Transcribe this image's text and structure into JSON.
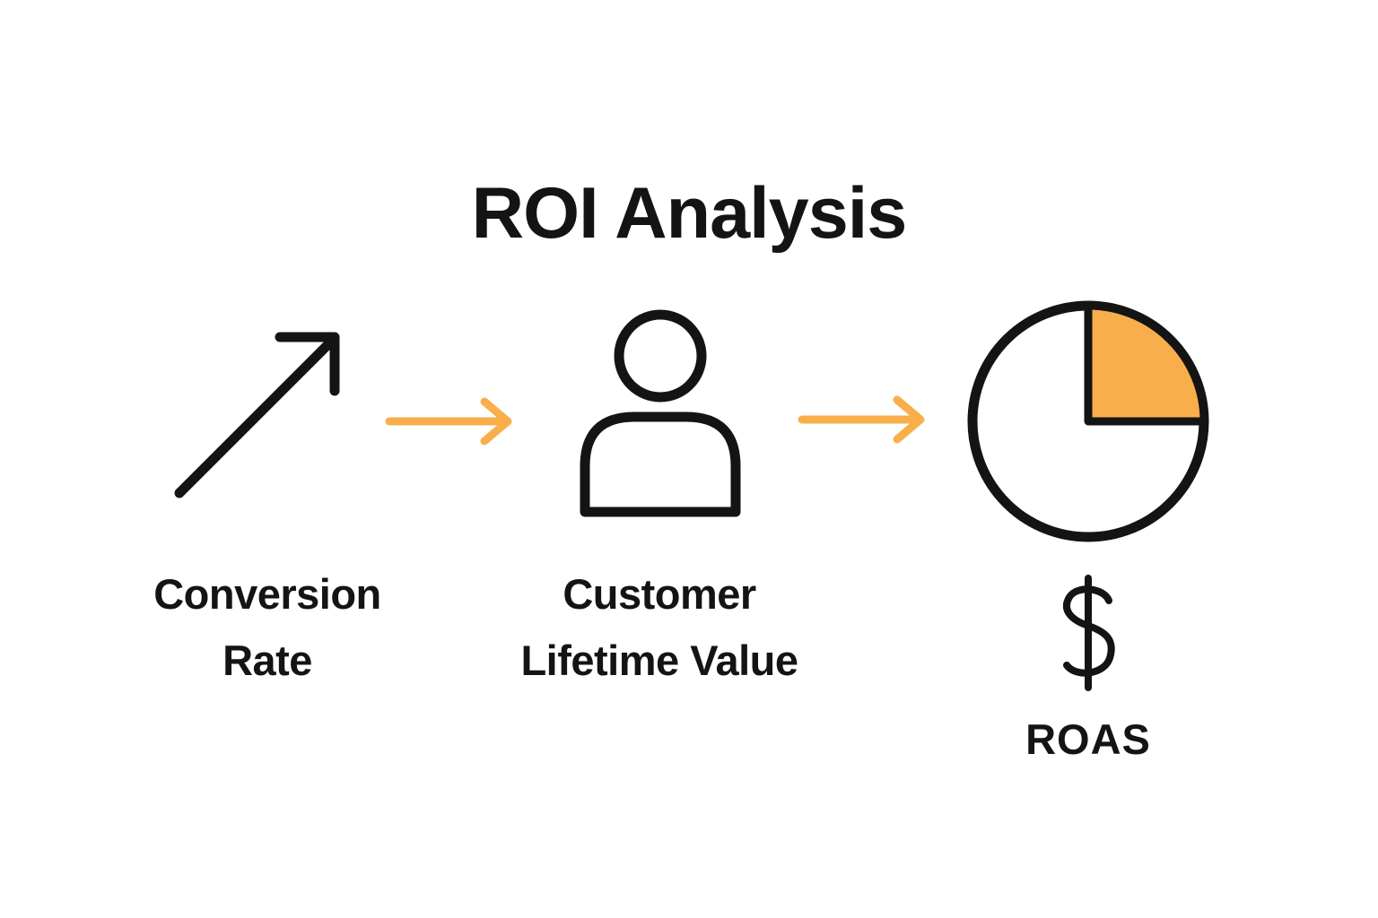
{
  "title": "ROI Analysis",
  "colors": {
    "ink": "#141414",
    "accent": "#F9AE4C",
    "background": "#FFFFFF"
  },
  "flow": {
    "nodes": [
      {
        "id": "conversion-rate",
        "icon": "trend-up-arrow-icon",
        "label": "Conversion\nRate"
      },
      {
        "id": "customer-lifetime-value",
        "icon": "person-icon",
        "label": "Customer\nLifetime Value"
      },
      {
        "id": "roas",
        "icon": "pie-chart-icon",
        "pie_filled_fraction": 0.25,
        "currency_symbol": "$",
        "label": "ROAS"
      }
    ],
    "connectors": [
      {
        "icon": "right-arrow-icon"
      },
      {
        "icon": "right-arrow-icon"
      }
    ]
  }
}
